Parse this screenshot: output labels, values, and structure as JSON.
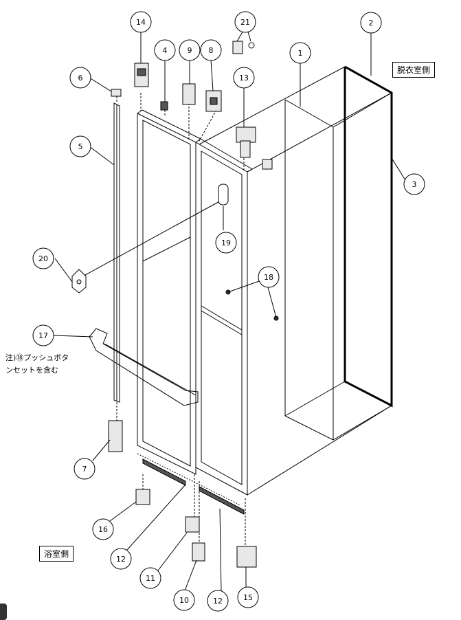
{
  "labels": {
    "dressing_side": "脱衣室側",
    "bathroom_side": "浴室側",
    "note_line1": "注)⑱プッシュボタ",
    "note_line2": "ンセットを含む"
  },
  "callouts": [
    {
      "num": "14"
    },
    {
      "num": "21"
    },
    {
      "num": "2"
    },
    {
      "num": "4"
    },
    {
      "num": "9"
    },
    {
      "num": "8"
    },
    {
      "num": "1"
    },
    {
      "num": "6"
    },
    {
      "num": "13"
    },
    {
      "num": "5"
    },
    {
      "num": "3"
    },
    {
      "num": "19"
    },
    {
      "num": "20"
    },
    {
      "num": "18"
    },
    {
      "num": "17"
    },
    {
      "num": "7"
    },
    {
      "num": "16"
    },
    {
      "num": "12"
    },
    {
      "num": "11"
    },
    {
      "num": "10"
    },
    {
      "num": "12"
    },
    {
      "num": "15"
    }
  ]
}
